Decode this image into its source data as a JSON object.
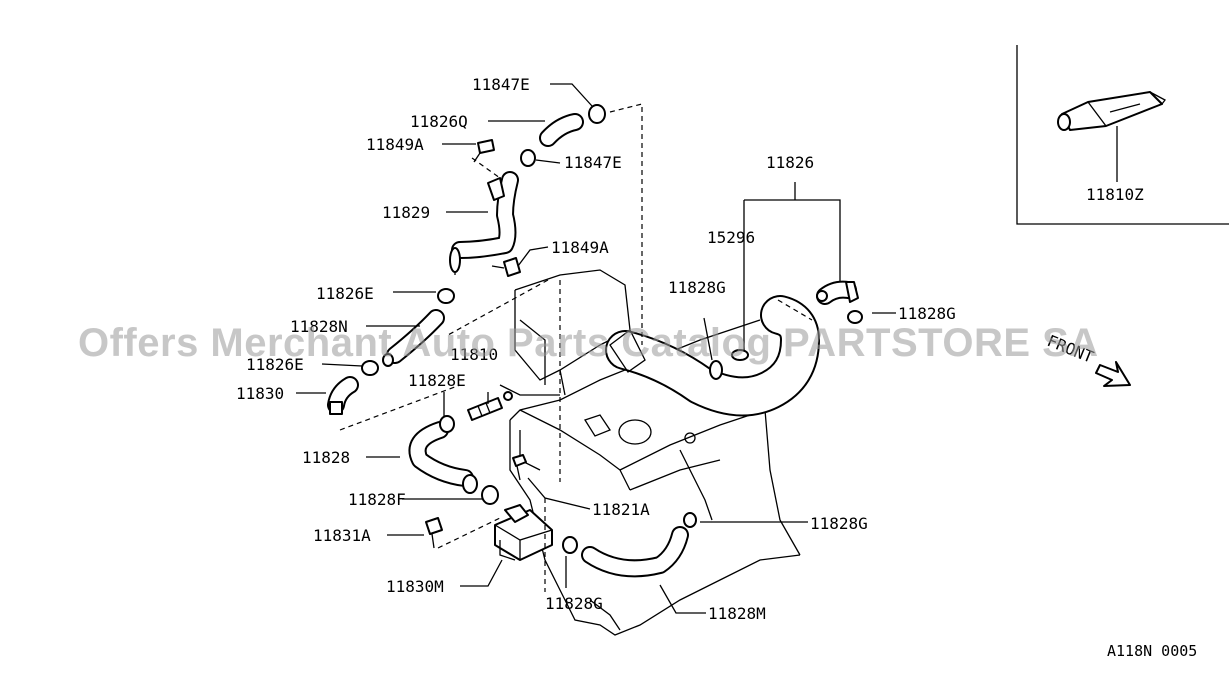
{
  "watermark": "Offers Merchant Auto Parts Catalog PARTSTORE SA",
  "reference_code": "A118N 0005",
  "front_label": "FRONT",
  "labels": {
    "p11847E_top": "11847E",
    "p11826Q": "11826Q",
    "p11849A_top": "11849A",
    "p11847E_mid": "11847E",
    "p11829": "11829",
    "p11849A_mid": "11849A",
    "p11826E_top": "11826E",
    "p11828N": "11828N",
    "p11826E_low": "11826E",
    "p11810": "11810",
    "p11830": "11830",
    "p11828E": "11828E",
    "p11828": "11828",
    "p11828F": "11828F",
    "p11831A": "11831A",
    "p11830M": "11830M",
    "p11828G_bottom": "11828G",
    "p11821A": "11821A",
    "p11828G_right": "11828G",
    "p11828M": "11828M",
    "p11826": "11826",
    "p15296": "15296",
    "p11828G_left": "11828G",
    "p11828G_far": "11828G",
    "p11810Z": "11810Z"
  }
}
